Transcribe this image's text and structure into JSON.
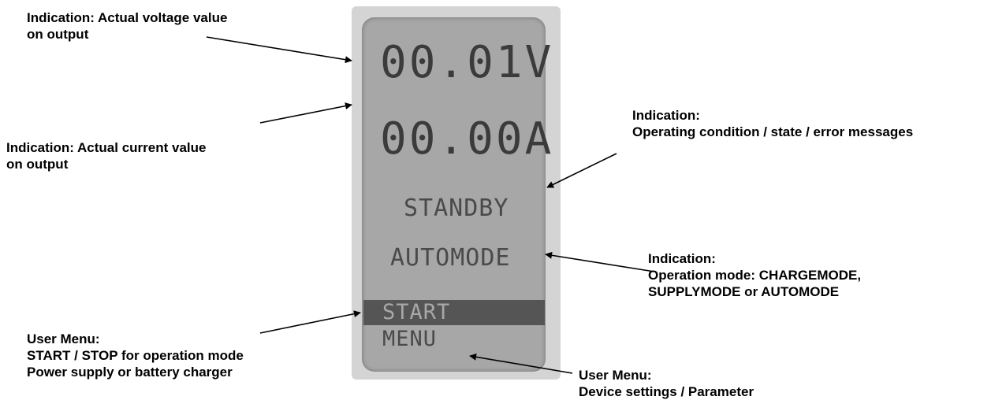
{
  "annotations": {
    "voltage": {
      "line1": "Indication: Actual voltage value",
      "line2": "on output"
    },
    "current": {
      "line1": "Indication: Actual current value",
      "line2": "on output"
    },
    "state": {
      "line1": "Indication:",
      "line2": "Operating condition / state / error messages"
    },
    "mode": {
      "line1": "Indication:",
      "line2": "Operation mode: CHARGEMODE,",
      "line3": "SUPPLYMODE or AUTOMODE"
    },
    "start_menu": {
      "line1": "User Menu:",
      "line2": "START / STOP for operation mode",
      "line3": "Power supply or battery charger"
    },
    "settings_menu": {
      "line1": "User Menu:",
      "line2": "Device settings / Parameter"
    }
  },
  "display": {
    "voltage": "00.01V",
    "current": "00.00A",
    "state": "STANDBY",
    "mode": "AUTOMODE",
    "menu_start": "START",
    "menu_menu": "MENU"
  },
  "colors": {
    "lcd_background": "#a7a7a7",
    "lcd_text": "#3b3b3b",
    "highlight_bar": "#555555",
    "device_bezel": "#d4d4d4"
  }
}
